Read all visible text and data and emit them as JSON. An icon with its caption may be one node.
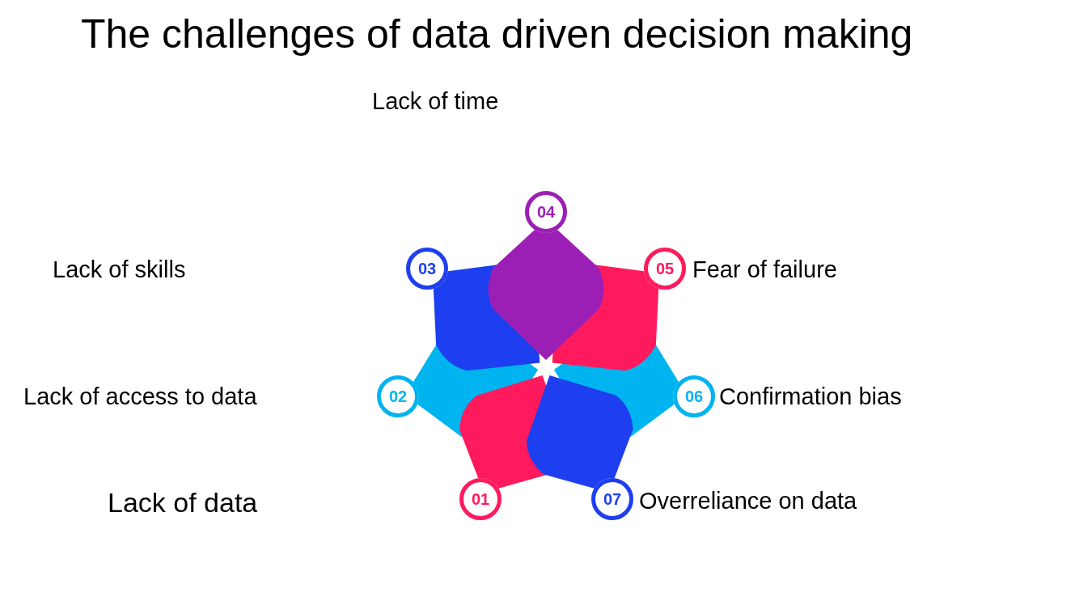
{
  "diagram": {
    "title": "The challenges of data driven decision making",
    "nodes": [
      {
        "text": [
          "01"
        ]
      },
      {
        "text": [
          "02"
        ]
      },
      {
        "text": [
          "03"
        ]
      },
      {
        "text": [
          "04"
        ]
      },
      {
        "text": [
          "05"
        ],
        "beside": [
          "Fear of failure"
        ]
      },
      {
        "text": [
          "06"
        ],
        "beside": [
          "Confirmation bias"
        ]
      },
      {
        "text": [
          "07"
        ],
        "beside": [
          "Overreliance on data"
        ]
      }
    ],
    "labels": [
      "Lack of time",
      "Lack of skills",
      "Lack of access to data",
      "Lack of data"
    ]
  }
}
